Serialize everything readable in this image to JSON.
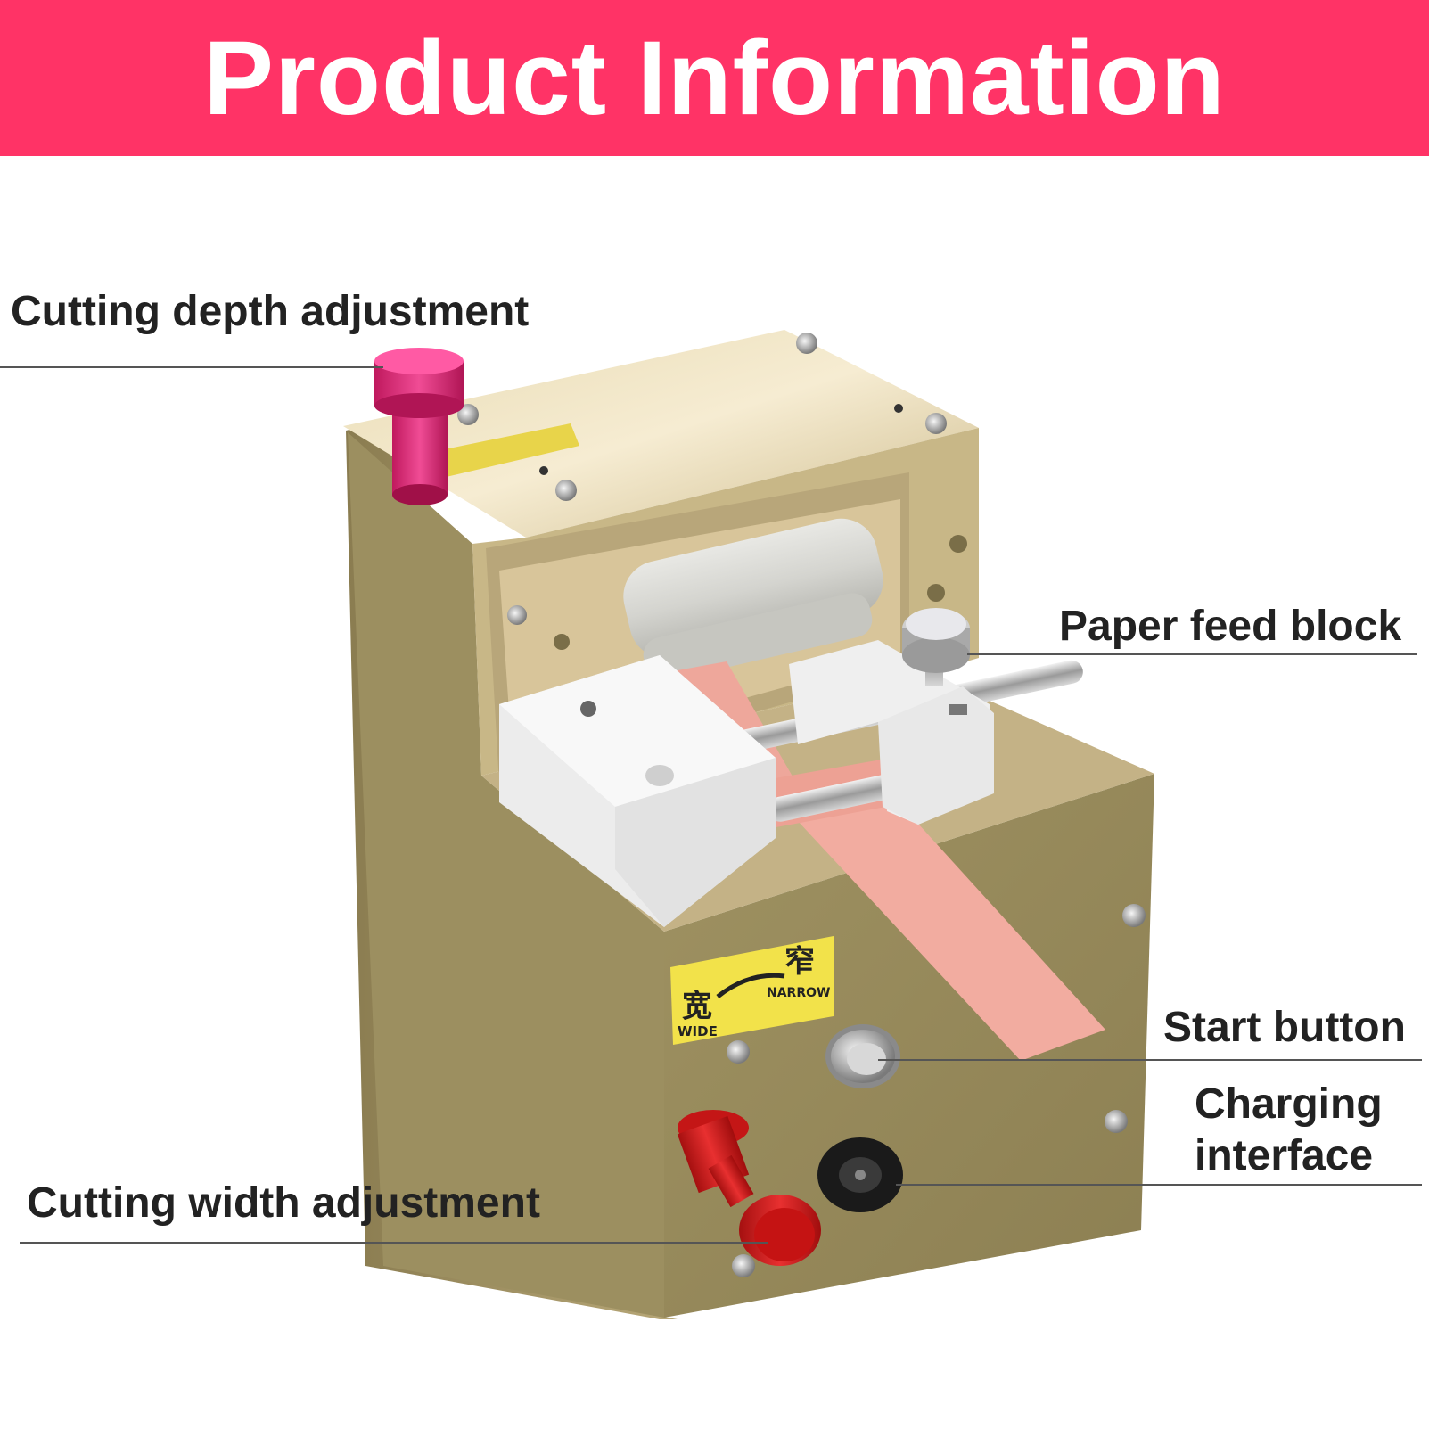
{
  "header": {
    "title": "Product Information"
  },
  "colors": {
    "banner": "#ff3366",
    "body": "#a69a6a",
    "accent_knob": "#d51a70",
    "red_knob": "#d11a1a",
    "paper": "#f0aaa0"
  },
  "callouts": {
    "cutting_depth": "Cutting depth adjustment",
    "paper_feed": "Paper feed block",
    "start_button": "Start button",
    "charging_line1": "Charging",
    "charging_line2": "interface",
    "cutting_width": "Cutting width adjustment"
  },
  "device_labels": {
    "wide_cn": "宽",
    "narrow_cn": "窄",
    "wide_en": "WIDE",
    "narrow_en": "NARROW"
  }
}
